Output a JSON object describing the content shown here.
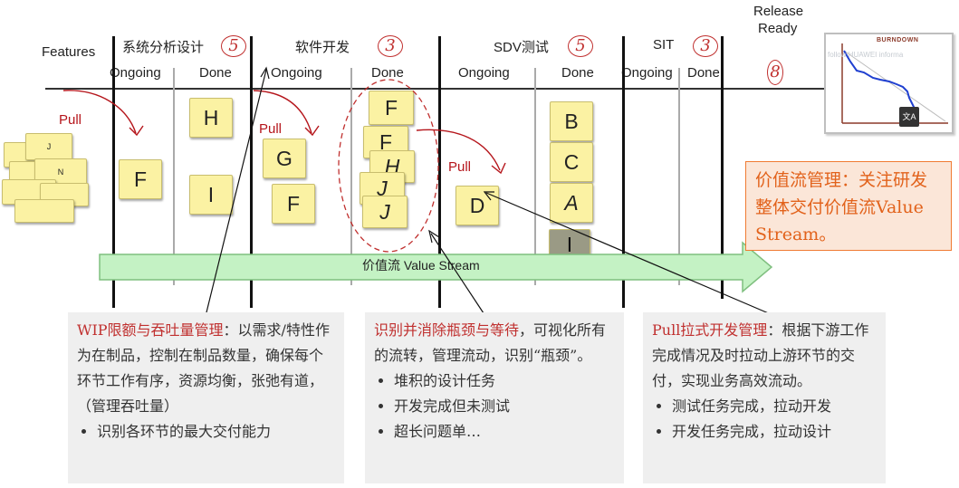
{
  "columns": {
    "features": "Features",
    "sysdesign": "系统分析设计",
    "dev": "软件开发",
    "sdv": "SDV测试",
    "sit": "SIT",
    "release": [
      "Release",
      "Ready"
    ]
  },
  "wip_limits": {
    "sysdesign": "5",
    "dev": "3",
    "sdv": "5",
    "sit": "3",
    "release": "8"
  },
  "subcolumns": {
    "ongoing": "Ongoing",
    "done": "Done"
  },
  "pull_label": "Pull",
  "backlog_cards": [
    "J",
    "N",
    "",
    "",
    ""
  ],
  "cards": {
    "sys_ongoing": [
      "F"
    ],
    "sys_done": [
      "H",
      "I"
    ],
    "dev_ongoing": [
      "G",
      "F"
    ],
    "dev_done": [
      "F",
      "F",
      "H",
      "J",
      "J"
    ],
    "sdv_ongoing": [
      "D"
    ],
    "sdv_done": [
      "B",
      "C",
      "A",
      "I"
    ]
  },
  "value_stream_arrow": "价值流 Value Stream",
  "burndown": {
    "title": "BURNDOWN",
    "overlay": "follow HUAWEI informa",
    "translate_icon": "文A"
  },
  "value_stream_note": "价值流管理：关注研发整体交付价值流Value Stream。",
  "boxes": {
    "wip": {
      "title": "WIP限额与吞吐量管理",
      "body": "：以需求/特性作为在制品，控制在制品数量，确保每个环节工作有序，资源均衡，张弛有道，（管理吞吐量）",
      "bullets": [
        "识别各环节的最大交付能力"
      ]
    },
    "bottleneck": {
      "title": "识别并消除瓶颈与等待",
      "body": "，可视化所有的流转，管理流动，识别“瓶颈”。",
      "bullets": [
        "堆积的设计任务",
        "开发完成但未测试",
        "超长问题单…"
      ]
    },
    "pull": {
      "title": "Pull拉式开发管理",
      "body": "：根据下游工作完成情况及时拉动上游环节的交付，实现业务高效流动。",
      "bullets": [
        "测试任务完成，拉动开发",
        "开发任务完成，拉动设计"
      ]
    }
  }
}
